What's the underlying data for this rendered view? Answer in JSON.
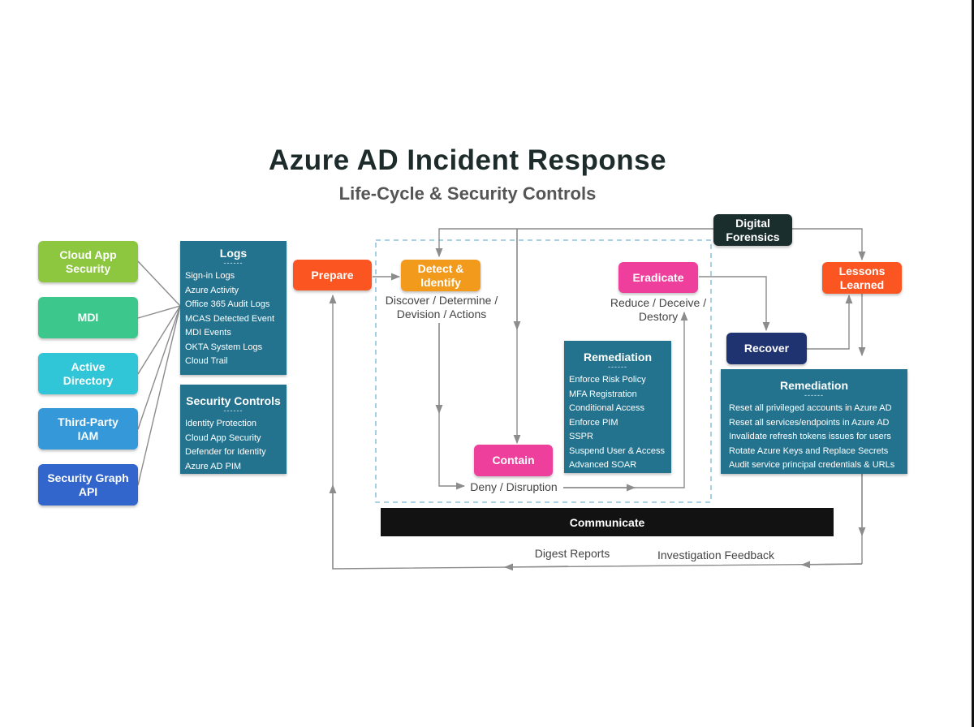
{
  "title": "Azure AD Incident Response",
  "subtitle": "Life-Cycle & Security Controls",
  "sources": [
    {
      "label": "Cloud App Security",
      "color": "#8dc63f"
    },
    {
      "label": "MDI",
      "color": "#3cc88c"
    },
    {
      "label": "Active Directory",
      "color": "#30c6d8"
    },
    {
      "label": "Third-Party IAM",
      "color": "#3598d8"
    },
    {
      "label": "Security Graph API",
      "color": "#3266cc"
    }
  ],
  "logs": {
    "heading": "Logs",
    "divider": "------",
    "items": [
      "Sign-in Logs",
      "Azure Activity",
      "Office 365 Audit Logs",
      "MCAS Detected Event",
      "MDI Events",
      "OKTA System Logs",
      "Cloud Trail"
    ]
  },
  "security_controls": {
    "heading": "Security Controls",
    "divider": "------",
    "items": [
      "Identity Protection",
      "Cloud App Security",
      "Defender for Identity",
      "Azure AD PIM"
    ]
  },
  "phases": {
    "prepare": "Prepare",
    "detect": "Detect & Identify",
    "contain": "Contain",
    "eradicate": "Eradicate",
    "recover": "Recover",
    "lessons": "Lessons Learned",
    "forensics": "Digital Forensics"
  },
  "labels": {
    "detect_sub": "Discover / Determine / Devision / Actions",
    "eradicate_sub": "Reduce / Deceive / Destory",
    "contain_sub": "Deny / Disruption",
    "digest": "Digest Reports",
    "feedback": "Investigation Feedback"
  },
  "remediation_center": {
    "heading": "Remediation",
    "divider": "------",
    "items": [
      "Enforce Risk Policy",
      "MFA Registration",
      "Conditional Access",
      "Enforce PIM",
      "SSPR",
      "Suspend User & Access",
      "Advanced SOAR"
    ]
  },
  "remediation_right": {
    "heading": "Remediation",
    "divider": "------",
    "items": [
      "Reset all privileged accounts in Azure AD",
      "Reset all services/endpoints in Azure AD",
      "Invalidate refresh tokens issues for users",
      "Rotate Azure Keys and Replace Secrets",
      "Audit service principal credentials & URLs"
    ]
  },
  "communicate": "Communicate",
  "colors": {
    "panel": "#23738e",
    "prepare": "#fb5622",
    "detect": "#f29a1b",
    "contain": "#ee3f9c",
    "eradicate": "#ee3f9c",
    "recover": "#1f3370",
    "lessons": "#fb5622",
    "forensics": "#1b2e2e",
    "connector": "#8c8c8c",
    "dashed_frame": "#8fc4dc"
  }
}
